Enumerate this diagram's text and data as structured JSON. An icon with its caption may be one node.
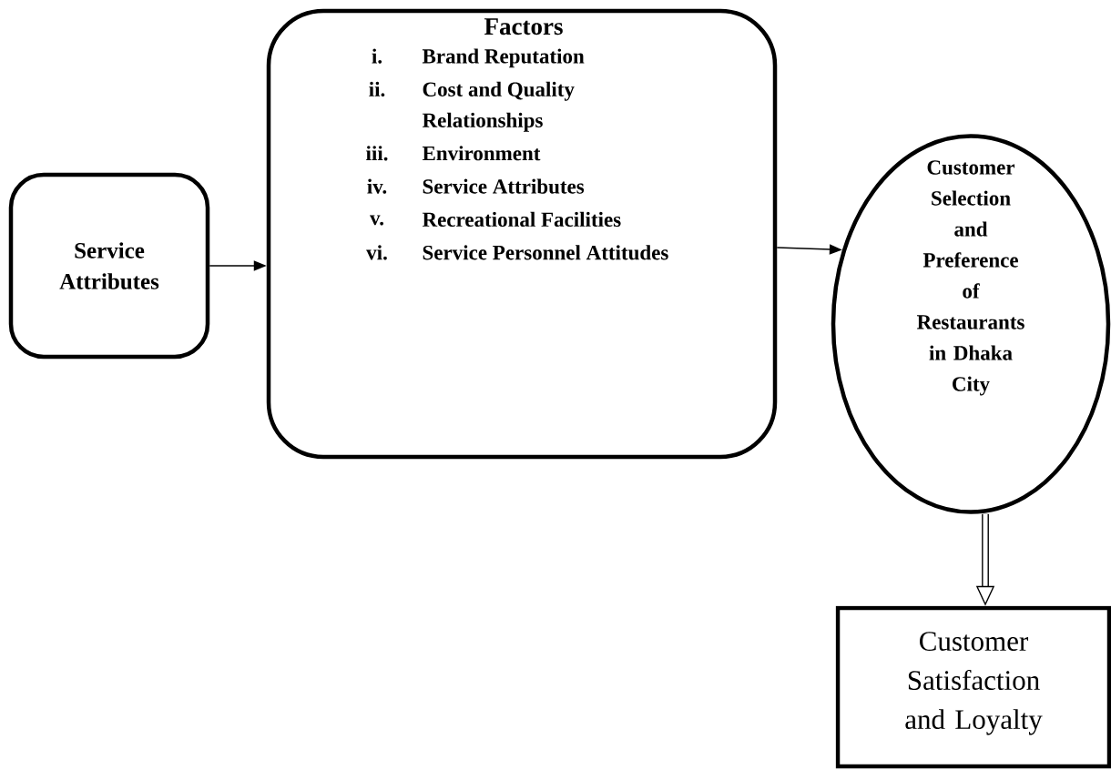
{
  "diagram": {
    "nodes": [
      {
        "text": [
          "Service Attributes"
        ]
      },
      {
        "text": [
          "Factors",
          "i.",
          "Brand Reputation",
          "ii.",
          "Cost and Quality Relationships",
          "iii.",
          "Environment",
          "iv.",
          "Service Attributes",
          "v.",
          "Recreational Facilities",
          "vi.",
          "Service Personnel Attitudes"
        ]
      },
      {
        "text": [
          "Customer Selection and Preference of Restaurants in Dhaka City"
        ]
      },
      {
        "text": [
          "Customer Satisfaction and Loyalty"
        ]
      }
    ],
    "edges": [
      {
        "from": 0,
        "to": 1,
        "arrow": "to"
      },
      {
        "from": 1,
        "to": 2,
        "arrow": "to"
      },
      {
        "from": 2,
        "to": 3,
        "arrow": "to",
        "style": "thick"
      }
    ]
  }
}
